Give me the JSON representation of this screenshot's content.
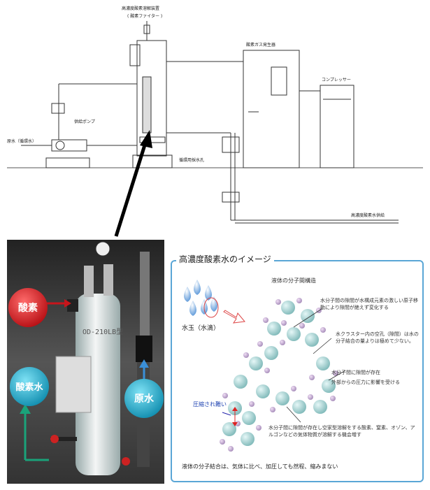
{
  "schematic": {
    "dissolver_title": "高濃度酸素溶解装置",
    "dissolver_subtitle": "( 酸素ファイター )",
    "o2_generator": "酸素ガス発生器",
    "compressor": "コンプレッサー",
    "feed_pump": "供給ポンプ",
    "raw_water": "原水（循環水）",
    "drain_outlet": "循環用採水孔",
    "output_line": "高濃度酸素水供給"
  },
  "photo": {
    "nameplate": "OD-210LB型",
    "badge_oxygen": "酸素",
    "badge_oxygen_water": "酸素水",
    "badge_raw_water": "原水",
    "colors": {
      "oxygen": "#c8151b",
      "water": "#1a9fc0",
      "arrow_left": "#1aa37a",
      "arrow_right": "#3a8fd8"
    }
  },
  "image_panel": {
    "title": "高濃度酸素水のイメージ",
    "subtitle": "液体の分子間構造",
    "droplet_label": "水玉（水滴）",
    "note1": "水分子間の隙間が水構成元素の激しい原子移動により隙間が絶えず変化する",
    "note2": "水クラスター内の空孔（隙間）は水の分子結合の量よりは極めて少ない。",
    "note3a": "水分子間に隙間が存在",
    "note3b": "外部からの圧力に影響を受ける",
    "pressure_label": "圧縮され難い",
    "note4": "水分子間に隙間が存在し空家型溶解をする酸素、窒素、オゾン、アルゴンなどの気体物質が溶解する機会増す",
    "footer": "液体の分子結合は、気体に比べ、加圧しても然程、縮みまない",
    "frame_color": "#5aa6d6"
  }
}
